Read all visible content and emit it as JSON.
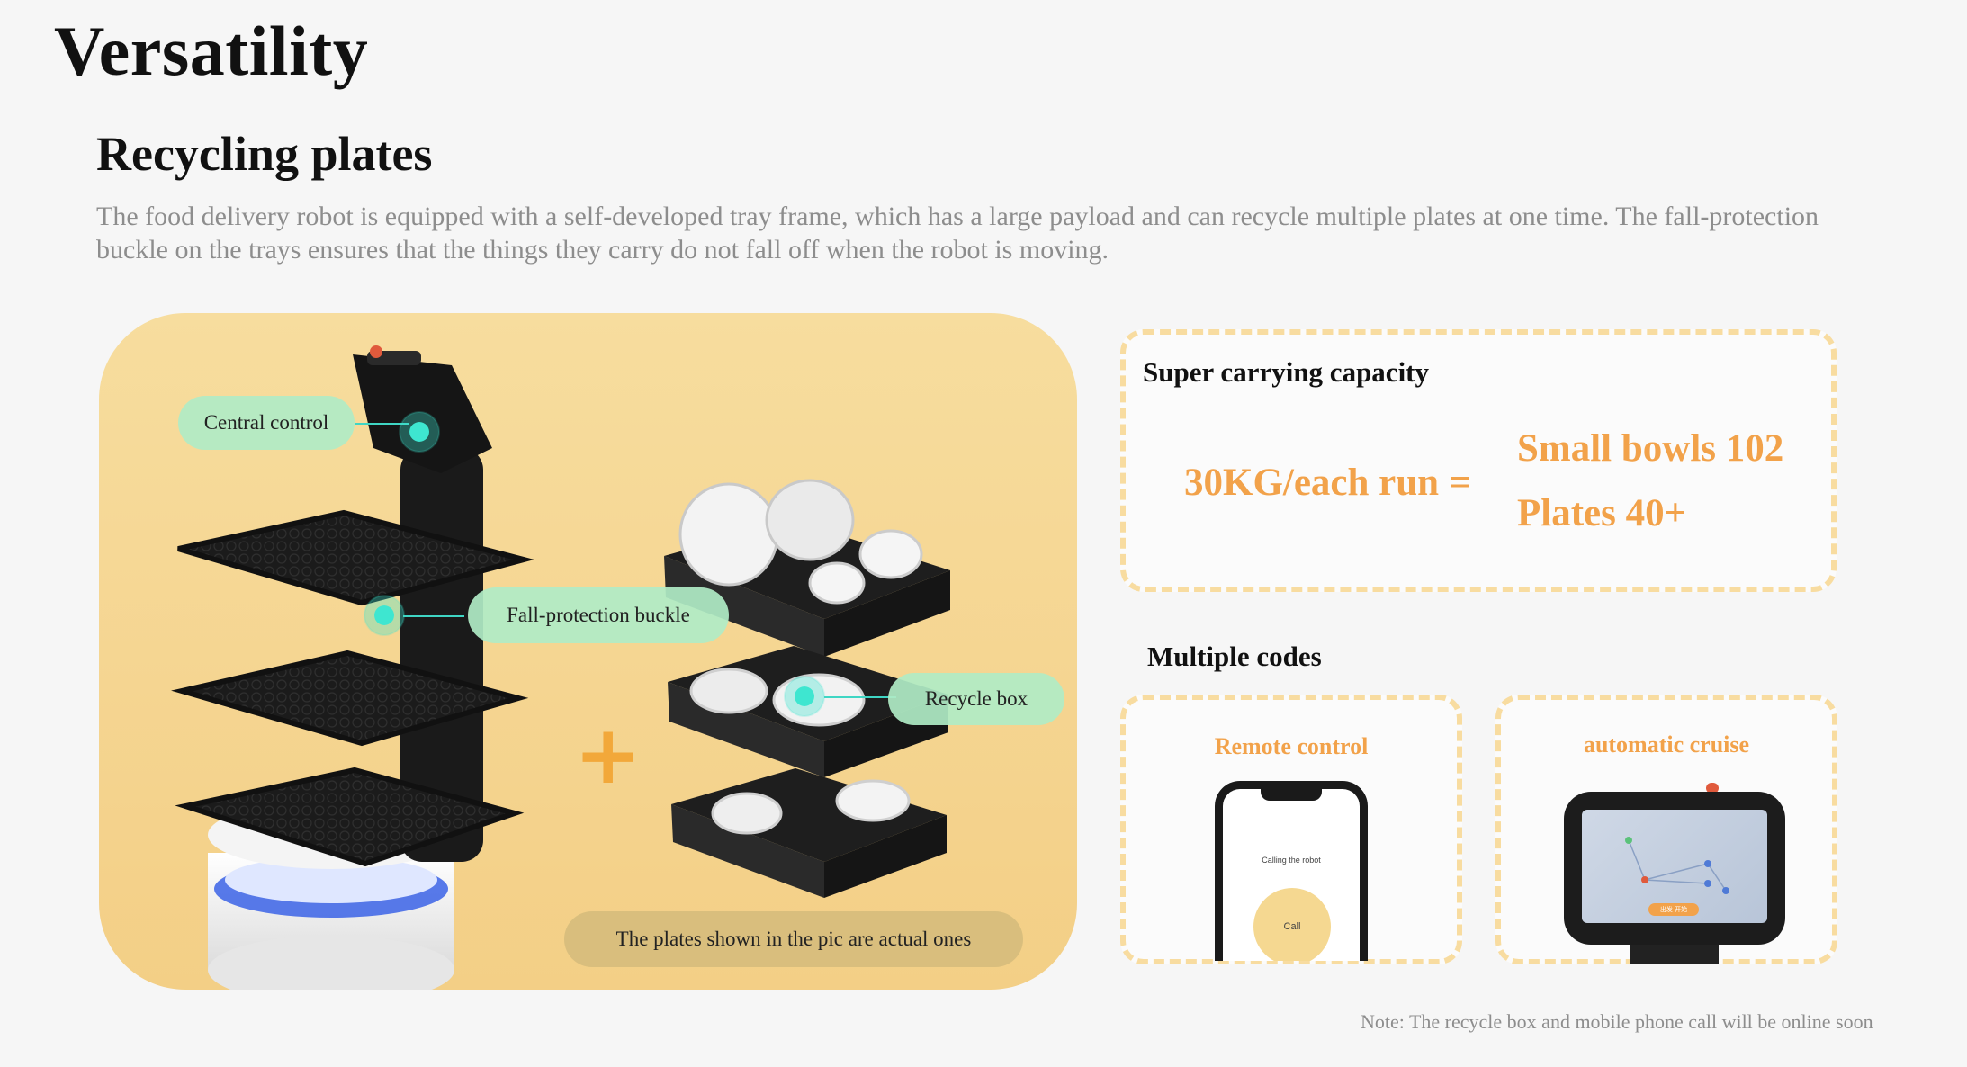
{
  "page": {
    "title": "Versatility",
    "section_title": "Recycling plates",
    "description": "The food delivery robot is equipped with a self-developed tray frame, which has a large payload and can recycle multiple plates at one time. The fall-protection buckle on the trays ensures that the things they carry do not fall off when the robot is moving."
  },
  "illustration": {
    "callouts": {
      "central_control": "Central control",
      "fall_protection": "Fall-protection buckle",
      "recycle_box": "Recycle box"
    },
    "plus": "+",
    "caption": "The plates shown in the pic are actual ones"
  },
  "capacity": {
    "heading": "Super carrying capacity",
    "formula": "30KG/each run =",
    "items": [
      "Small bowls 102",
      "Plates 40+"
    ]
  },
  "codes": {
    "heading": "Multiple codes",
    "remote": {
      "label": "Remote control",
      "phone_text": "Calling  the robot",
      "call_button": "Call"
    },
    "cruise": {
      "label": "automatic cruise",
      "screen_button": "出发 开始"
    }
  },
  "note": "Note: The recycle box and mobile phone call will be online soon",
  "colors": {
    "accent_orange": "#f2a24a",
    "panel_yellow": "#f6d896",
    "callout_green": "#b0ecc6",
    "dot_teal": "#3ee6d0",
    "dashed_border": "#f8dca0"
  }
}
